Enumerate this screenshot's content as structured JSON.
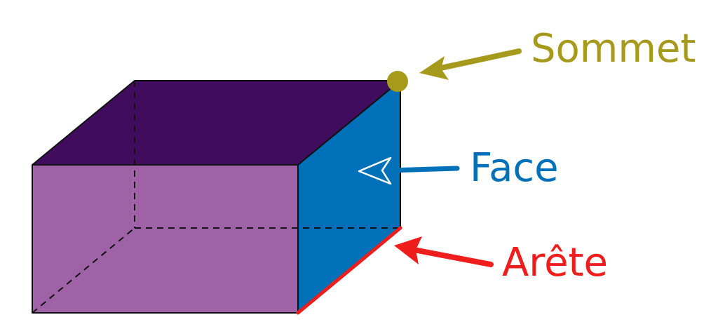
{
  "labels": {
    "vertex": "Sommet",
    "face": "Face",
    "edge": "Arête"
  },
  "colors": {
    "front_face": "#a062a6",
    "top_face": "#400d5e",
    "side_face": "#0070b8",
    "outline": "#111111",
    "vertex": "#a69a1c",
    "face_label": "#0070b8",
    "edge": "#f01d1d"
  }
}
